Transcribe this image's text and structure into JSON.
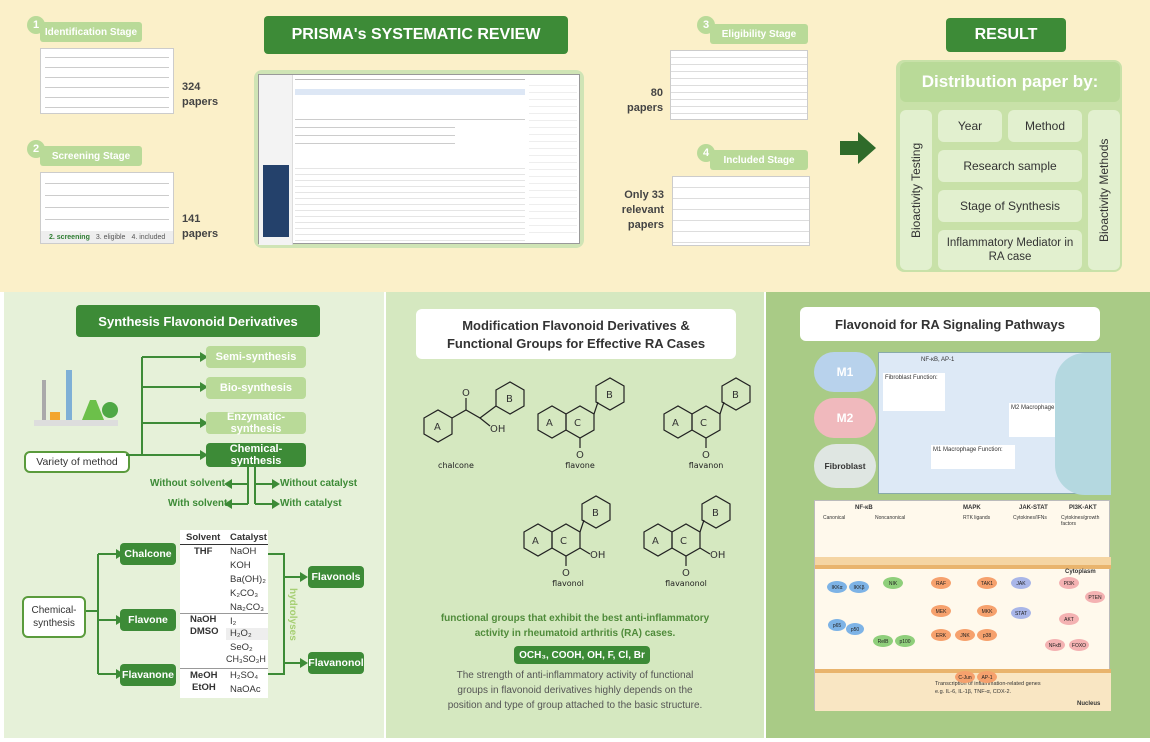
{
  "top": {
    "title": "PRISMA's SYSTEMATIC REVIEW",
    "stages": [
      {
        "num": "1",
        "label": "Identification Stage",
        "count": "324",
        "unit": "papers"
      },
      {
        "num": "2",
        "label": "Screening Stage",
        "count": "141",
        "unit": "papers"
      },
      {
        "num": "3",
        "label": "Eligibility Stage",
        "count": "80",
        "unit": "papers"
      },
      {
        "num": "4",
        "label": "Included Stage",
        "count": "Only 33",
        "unit": "relevant",
        "unit2": "papers"
      }
    ],
    "screening_tabs": [
      "2. screening",
      "3. eligible",
      "4. included"
    ],
    "result": {
      "title": "RESULT",
      "subtitle": "Distribution paper by:",
      "left_vertical": "Bioactivity Testing",
      "right_vertical": "Bioactivity Methods",
      "items": [
        "Year",
        "Method",
        "Research sample",
        "Stage of Synthesis",
        "Inflammatory Mediator in RA case"
      ]
    },
    "colors": {
      "bg": "#fbf0c9",
      "dark_green": "#3d8b37",
      "light_green": "#b9da98"
    }
  },
  "synthesis": {
    "title": "Synthesis Flavonoid Derivatives",
    "variety": "Variety of method",
    "methods": [
      "Semi-synthesis",
      "Bio-synthesis",
      "Enzymatic-synthesis",
      "Chemical-synthesis"
    ],
    "without_solvent": "Without solvent",
    "with_solvent": "With solvent",
    "without_catalyst": "Without catalyst",
    "with_catalyst": "With catalyst",
    "chem_box": "Chemical-synthesis",
    "reactants": [
      "Chalcone",
      "Flavone",
      "Flavanone"
    ],
    "products": [
      "Flavonols",
      "Flavanonol"
    ],
    "hydrolyses": "hydrolyses",
    "table_headers": [
      "Solvent",
      "Catalyst"
    ],
    "solvents": [
      "THF",
      "NaOH",
      "DMSO",
      "MeOH",
      "EtOH"
    ],
    "catalysts": [
      "NaOH",
      "KOH",
      "Ba(OH)₂",
      "K₂CO₃",
      "Na₂CO₃",
      "I₂",
      "H₂O₂",
      "SeO₂",
      "CH₃SO₃H",
      "H₂SO₄",
      "NaOAc"
    ]
  },
  "modification": {
    "title_line1": "Modification Flavonoid Derivatives &",
    "title_line2": "Functional Groups for Effective RA Cases",
    "molecules": [
      "chalcone",
      "flavone",
      "flavanon",
      "flavonol",
      "flavanonol"
    ],
    "para1": "functional groups that exhibit the best anti-inflammatory activity in rheumatoid arthritis (RA) cases.",
    "groups": "OCH₃, COOH, OH, F, Cl, Br",
    "para2": "The strength of anti-inflammatory activity of functional groups in flavonoid derivatives highly depends on the position and type of group attached to the basic structure."
  },
  "signaling": {
    "title": "Flavonoid for RA Signaling Pathways",
    "cells": [
      "M1",
      "M2",
      "Fibroblast"
    ],
    "top_labels": [
      "Fibroblast Function:",
      "M1 Macrophage Function:",
      "M2 Macrophage Function:",
      "NF-κB, AP-1"
    ],
    "pathways": [
      "NF-κB",
      "MAPK",
      "JAK-STAT",
      "PI3K-AKT"
    ],
    "pathway_sub": [
      "Canonical",
      "Noncanonical",
      "RTK ligands",
      "Cytokines/IFNs",
      "Cytokines/growth factors"
    ],
    "nodes": [
      "IKKα",
      "IKKβ",
      "p65",
      "p50",
      "NIK",
      "RelB",
      "p100",
      "RAF",
      "MEK",
      "ERK",
      "JNK",
      "TAK1",
      "MKK",
      "p38",
      "JAK",
      "STAT",
      "PI3K",
      "AKT",
      "PTEN",
      "NFκB",
      "FOXO",
      "C-Jun",
      "AP-1"
    ],
    "membrane": "Cytoplasm",
    "nucleus": "Nucleus",
    "transcription": "Transcription of inflammation-related genes",
    "genes": "e.g. IL-6, IL-1β, TNF-α, COX-2."
  }
}
